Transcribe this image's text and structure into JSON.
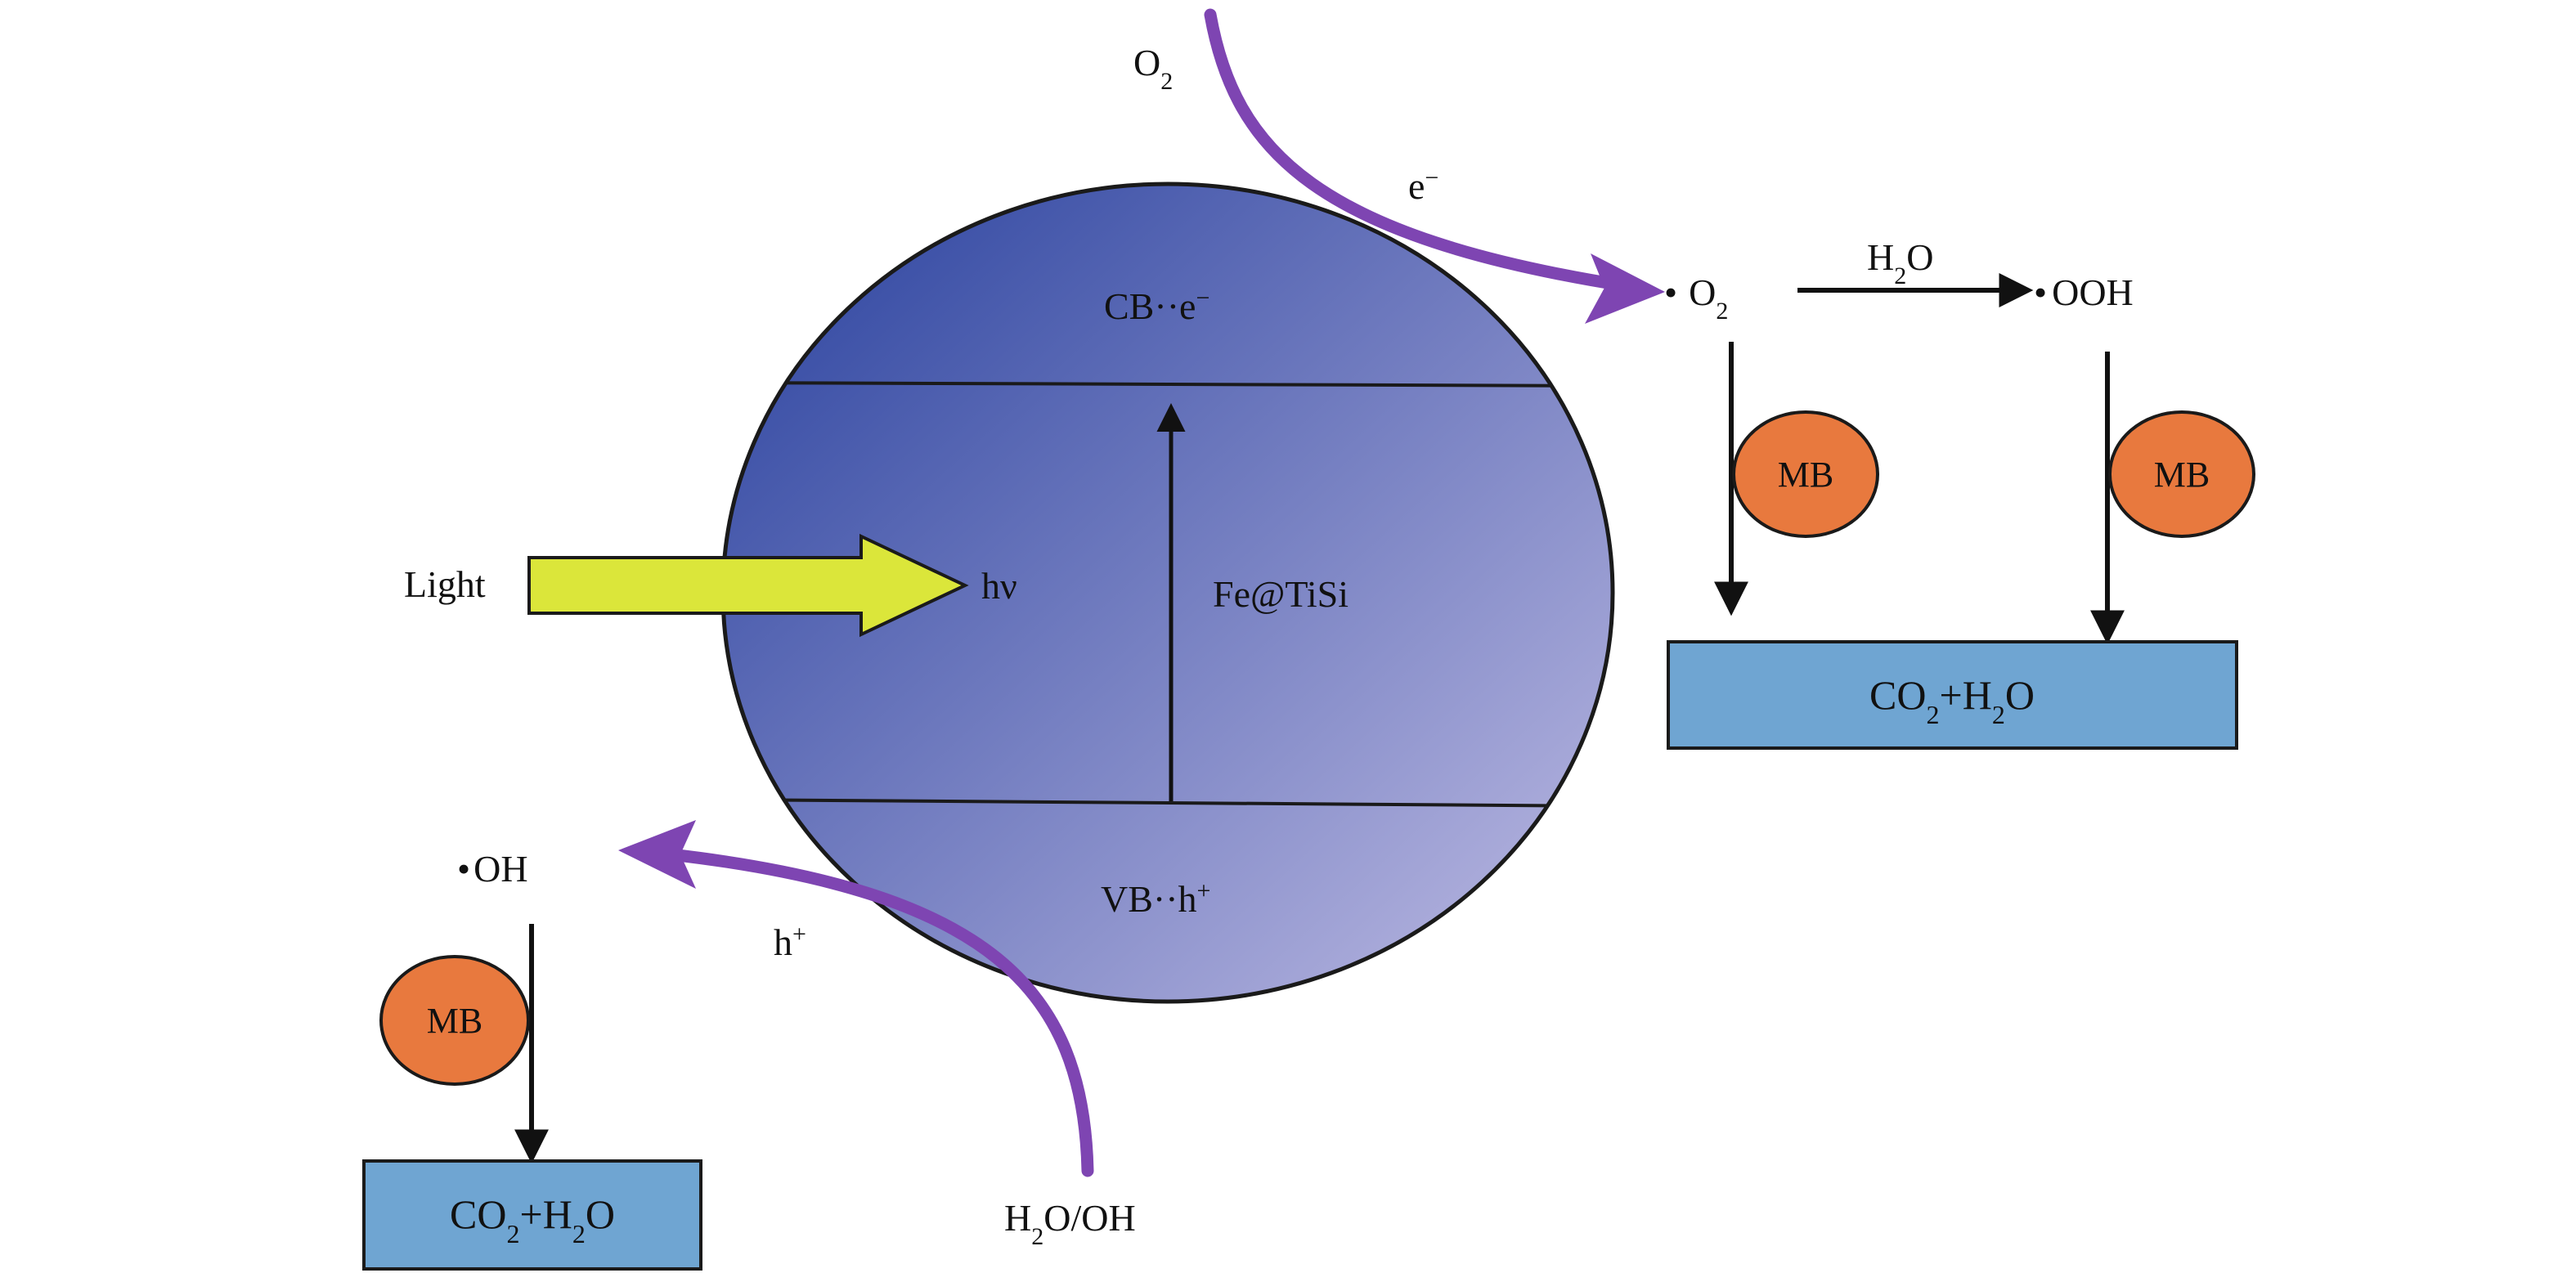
{
  "particle": {
    "material": "Fe@TiSi",
    "cb": {
      "base": "CB",
      "sep": "··",
      "carrier": "e",
      "sup": "−"
    },
    "vb": {
      "base": "VB",
      "sep": "··",
      "carrier": "h",
      "sup": "+"
    }
  },
  "light": {
    "label": "Light",
    "photon": "hν"
  },
  "reduction": {
    "oxygen_in": {
      "base": "O",
      "sub": "2"
    },
    "electron": {
      "base": "e",
      "sup": "−"
    },
    "superoxide": {
      "dot": "•",
      "base": "O",
      "sub": "2"
    },
    "water": {
      "pre": "H",
      "sub": "2",
      "post": "O"
    },
    "hydroperoxyl": {
      "dot": "•",
      "text": "OOH"
    }
  },
  "oxidation": {
    "hydroxyl": {
      "dot": "•",
      "text": "OH"
    },
    "hole": {
      "base": "h",
      "sup": "+"
    },
    "source": {
      "pre": "H",
      "sub": "2",
      "post": "O/OH"
    }
  },
  "pollutant": {
    "label": "MB"
  },
  "product": {
    "a": "CO",
    "sub_a": "2",
    "mid": "+H",
    "sub_b": "2",
    "end": "O"
  },
  "colors": {
    "particle_dark": "#3a4fa6",
    "particle_light": "#b3b2de",
    "light_arrow": "#dbe63a",
    "flow_arrow": "#7e45b2",
    "mb_fill": "#e8793e",
    "product_fill": "#6fa5d2"
  }
}
